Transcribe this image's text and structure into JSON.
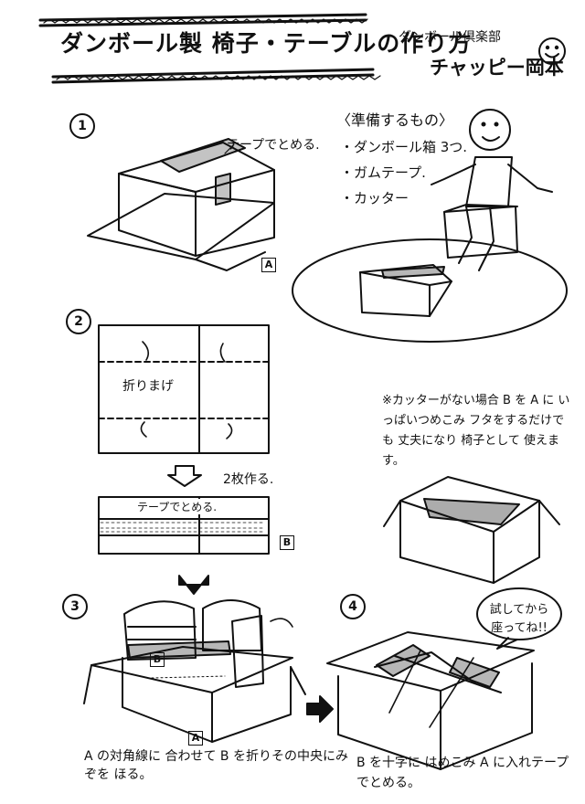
{
  "title": "ダンボール製 椅子・テーブルの作り方",
  "club": "ダンボール倶楽部",
  "author": "チャッピー岡本",
  "steps": {
    "s1": "1",
    "s2": "2",
    "s3": "3",
    "s4": "4"
  },
  "step1": {
    "tape_note": "テープでとめる.",
    "label": "A"
  },
  "prep": {
    "title": "〈準備するもの〉",
    "items": [
      "・ダンボール箱 3つ.",
      "・ガムテープ.",
      "・カッター"
    ]
  },
  "step2": {
    "fold_label": "折りまげ",
    "make_two": "2枚作る.",
    "tape_note": "テープでとめる.",
    "label": "B"
  },
  "alt_note": "※カッターがない場合 B を A に いっぱいつめこみ フタをするだけでも 丈夫になり 椅子として 使えます。",
  "step3": {
    "label_b": "B",
    "label_a": "A",
    "caption": "A の対角線に 合わせて B を折りその中央にみぞを ほる。"
  },
  "step4": {
    "bubble": "試してから 座ってね!!",
    "caption": "B を十字に はめこみ A に入れテープでとめる。"
  },
  "colors": {
    "ink": "#111111",
    "paper": "#ffffff"
  }
}
